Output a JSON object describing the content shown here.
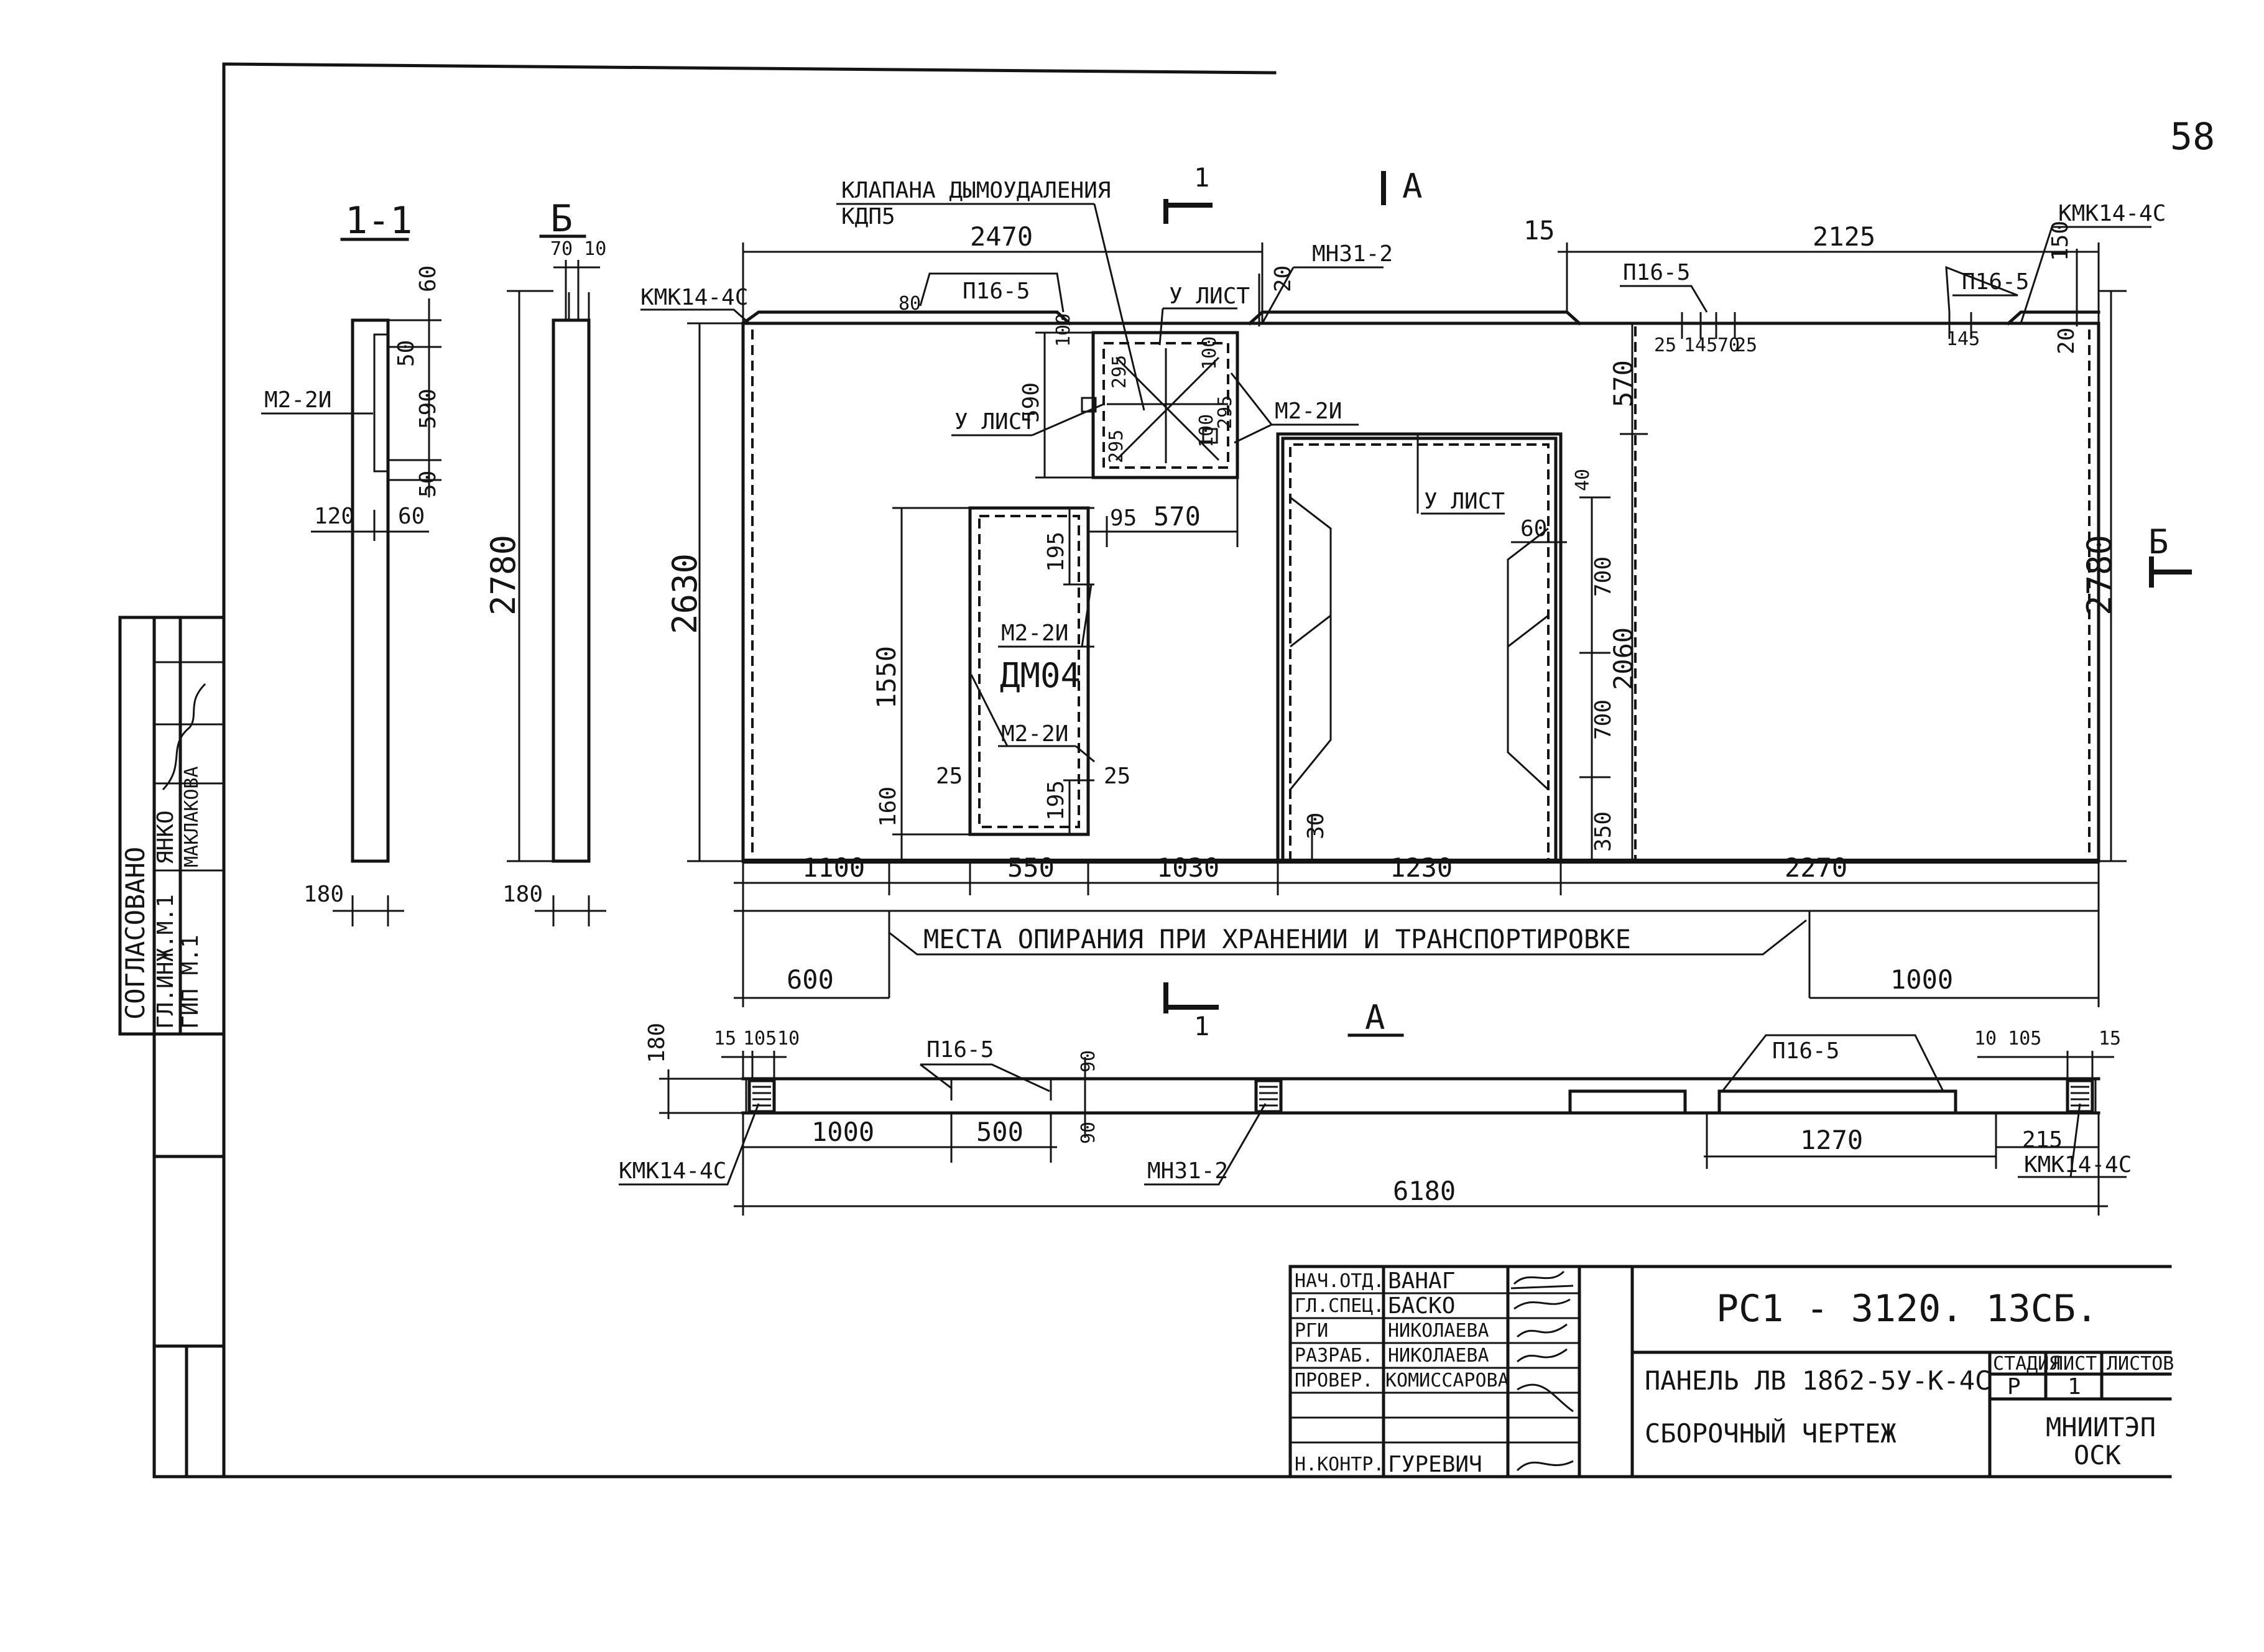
{
  "sheet_number": "58",
  "section_views": {
    "section_1_title": "1-1",
    "view_b_title": "Б",
    "section_mark": "1",
    "view_a_mark": "А",
    "view_b_mark": "Б",
    "plan_title": "А",
    "plan_section_mark": "1"
  },
  "labels": {
    "smoke_valve_line1": "КЛАПАНА ДЫМОУДАЛЕНИЯ",
    "smoke_valve_line2": "КДП5",
    "kmk_left": "КМК14-4С",
    "kmk_right": "КМК14-4С",
    "kmk_plan_left": "КМК14-4С",
    "kmk_plan_right": "КМК14-4С",
    "p16_1": "П16-5",
    "p16_2": "П16-5",
    "p16_3": "П16-5",
    "p16_plan_1": "П16-5",
    "p16_plan_2": "П16-5",
    "ulist_1": "У ЛИСТ",
    "ulist_2": "У ЛИСТ",
    "ulist_3": "У ЛИСТ",
    "mn31_top": "МН31-2",
    "mn31_plan": "МН31-2",
    "m2_sec": "М2-2И",
    "m2_valve": "М2-2И",
    "m2_win1": "М2-2И",
    "m2_win2": "М2-2И",
    "dm04": "ДМ04",
    "support_note": "МЕСТА ОПИРАНИЯ ПРИ ХРАНЕНИИ И ТРАНСПОРТИРОВКЕ"
  },
  "dims": {
    "d2470": "2470",
    "d15": "15",
    "d2125": "2125",
    "d20a": "20",
    "d20b": "20",
    "d150": "150",
    "d80": "80",
    "d100a": "100",
    "d100b": "100",
    "d100c": "100",
    "d590a": "590",
    "d295a": "295",
    "d295b": "295",
    "d295c": "295",
    "d95": "95",
    "d570a": "570",
    "d570b": "570",
    "d195a": "195",
    "d195b": "195",
    "d1550": "1550",
    "d160": "160",
    "d25a": "25",
    "d25b": "25",
    "d25c": "25",
    "d25d": "25",
    "d145a": "145",
    "d145b": "145",
    "d70": "70",
    "d2630": "2630",
    "d2780a": "2780",
    "d2780b": "2780",
    "d60a": "60",
    "d40": "40",
    "d700a": "700",
    "d700b": "700",
    "d2060": "2060",
    "d350": "350",
    "d30": "30",
    "b1100": "1100",
    "b550": "550",
    "b1030": "1030",
    "b1230": "1230",
    "b2270": "2270",
    "b600": "600",
    "b1000": "1000",
    "s60a": "60",
    "s50a": "50",
    "s590": "590",
    "s50b": "50",
    "s120": "120",
    "s60b": "60",
    "s180": "180",
    "v7010": "70 10",
    "v180": "180",
    "p180": "180",
    "p15a": "15",
    "p105a": "105",
    "p10a": "10",
    "p90a": "90",
    "p90b": "90",
    "p1000": "1000",
    "p500": "500",
    "p1270": "1270",
    "p215": "215",
    "p10105": "10 105",
    "p15b": "15",
    "p6180": "6180"
  },
  "approval_block": {
    "title": "СОГЛАСОВАНО",
    "rows": [
      {
        "role": "ГЛ.ИНЖ.М.1",
        "name": "ЯНКО"
      },
      {
        "role": "ГИП М.1",
        "name": "МАКЛАКОВА"
      }
    ]
  },
  "title_block": {
    "staff": [
      {
        "role": "НАЧ.ОТД.",
        "name": "ВАНАГ"
      },
      {
        "role": "ГЛ.СПЕЦ.",
        "name": "БАСКО"
      },
      {
        "role": "РГИ",
        "name": "НИКОЛАЕВА"
      },
      {
        "role": "РАЗРАБ.",
        "name": "НИКОЛАЕВА"
      },
      {
        "role": "ПРОВЕР.",
        "name": "КОМИССАРОВА"
      },
      {
        "role": "Н.КОНТР.",
        "name": "ГУРЕВИЧ"
      }
    ],
    "doc_code": "РС1 - 3120. 13СБ.",
    "product_name": "ПАНЕЛЬ ЛВ 18б2-5У-К-4С",
    "drawing_type": "СБОРОЧНЫЙ ЧЕРТЕЖ",
    "stage_header": "СТАДИЯ",
    "sheet_header": "ЛИСТ",
    "sheets_header": "ЛИСТОВ",
    "stage_value": "Р",
    "sheet_value": "1",
    "organization_line1": "МНИИТЭП",
    "organization_line2": "ОСК"
  }
}
